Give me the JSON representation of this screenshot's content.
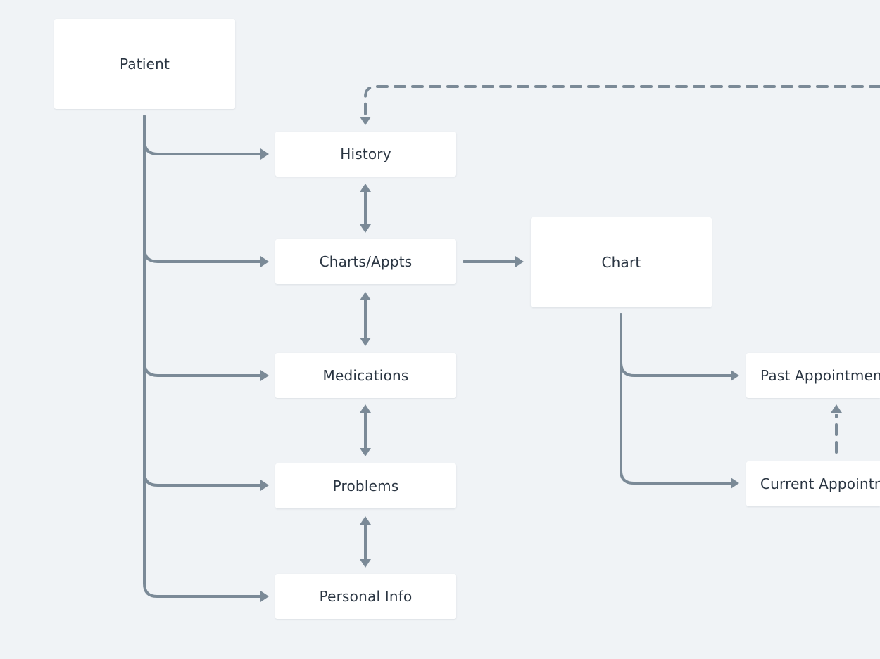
{
  "nodes": {
    "patient": "Patient",
    "history": "History",
    "charts_appts": "Charts/Appts",
    "medications": "Medications",
    "problems": "Problems",
    "personal_info": "Personal Info",
    "chart": "Chart",
    "past_appointments": "Past Appointments",
    "current_appointment": "Current Appointment"
  },
  "colors": {
    "background": "#f0f3f6",
    "node_fill": "#ffffff",
    "connector": "#7b8a97",
    "text": "#2a3542"
  }
}
